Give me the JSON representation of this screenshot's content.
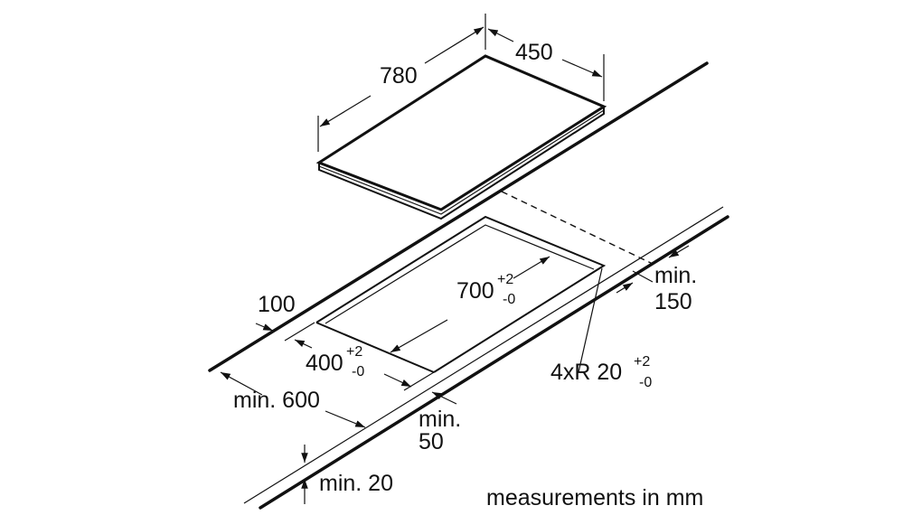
{
  "dimensions": {
    "hob_length": "780",
    "hob_width": "450",
    "cutout_length": {
      "value": "700",
      "tol_plus": "+2",
      "tol_minus": "-0"
    },
    "cutout_width": {
      "value": "400",
      "tol_plus": "+2",
      "tol_minus": "-0"
    },
    "corner_radius": {
      "value": "4xR 20",
      "tol_plus": "+2",
      "tol_minus": "-0"
    },
    "rear_clearance": "100",
    "worktop_depth": "min. 600",
    "front_clearance": {
      "line1": "min.",
      "line2": "50"
    },
    "side_clearance": {
      "line1": "min.",
      "line2": "150"
    },
    "worktop_thickness": "min. 20"
  },
  "units_note": "measurements in mm"
}
